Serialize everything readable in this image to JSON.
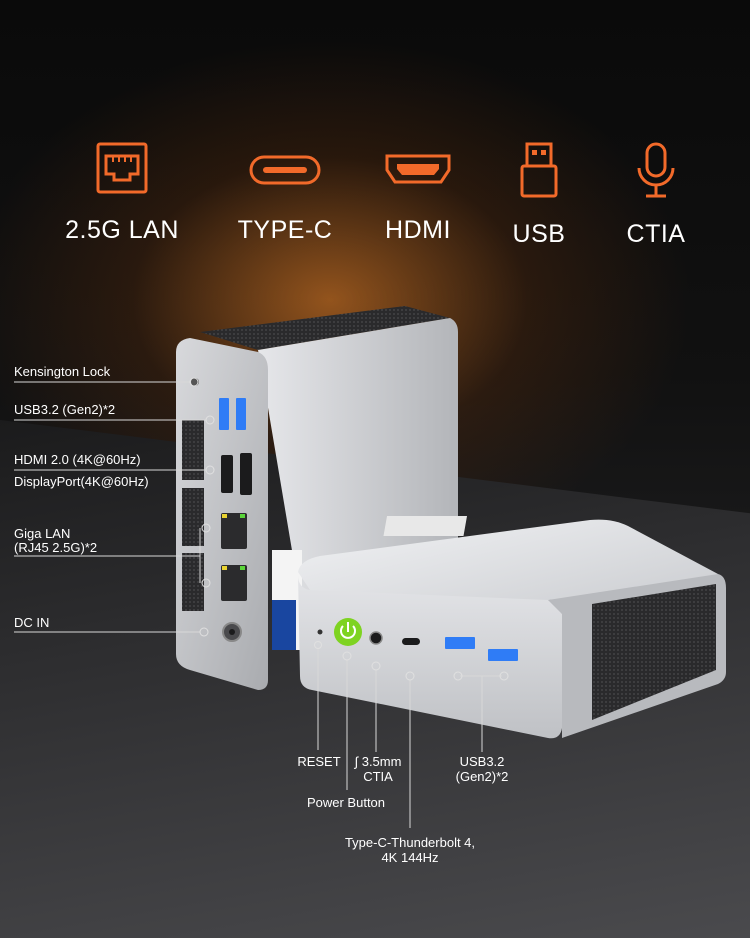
{
  "features": [
    {
      "label": "2.5G LAN",
      "icon": "ethernet-port-icon"
    },
    {
      "label": "TYPE-C",
      "icon": "usb-c-port-icon"
    },
    {
      "label": "HDMI",
      "icon": "hdmi-port-icon"
    },
    {
      "label": "USB",
      "icon": "usb-port-icon"
    },
    {
      "label": "CTIA",
      "icon": "microphone-icon"
    }
  ],
  "rear_callouts": {
    "kensington": "Kensington Lock",
    "usb32": "USB3.2  (Gen2)*2",
    "hdmi": "HDMI 2.0 (4K@60Hz)",
    "displayport": "DisplayPort(4K@60Hz)",
    "lan_1": "Giga LAN",
    "lan_2": "(RJ45 2.5G)*2",
    "dcin": "DC IN"
  },
  "front_callouts": {
    "reset": "RESET",
    "audio_1": "3.5mm",
    "audio_2": "CTIA",
    "power": "Power Button",
    "usb_1": "USB3.2",
    "usb_2": "(Gen2)*2",
    "typec_1": "Type-C-Thunderbolt 4,",
    "typec_2": "4K 144Hz"
  },
  "colors": {
    "accent_orange": "#f26a2a",
    "power_green": "#7ed321",
    "usb_blue": "#2f7cf6",
    "chassis": "#c9cbcf"
  }
}
